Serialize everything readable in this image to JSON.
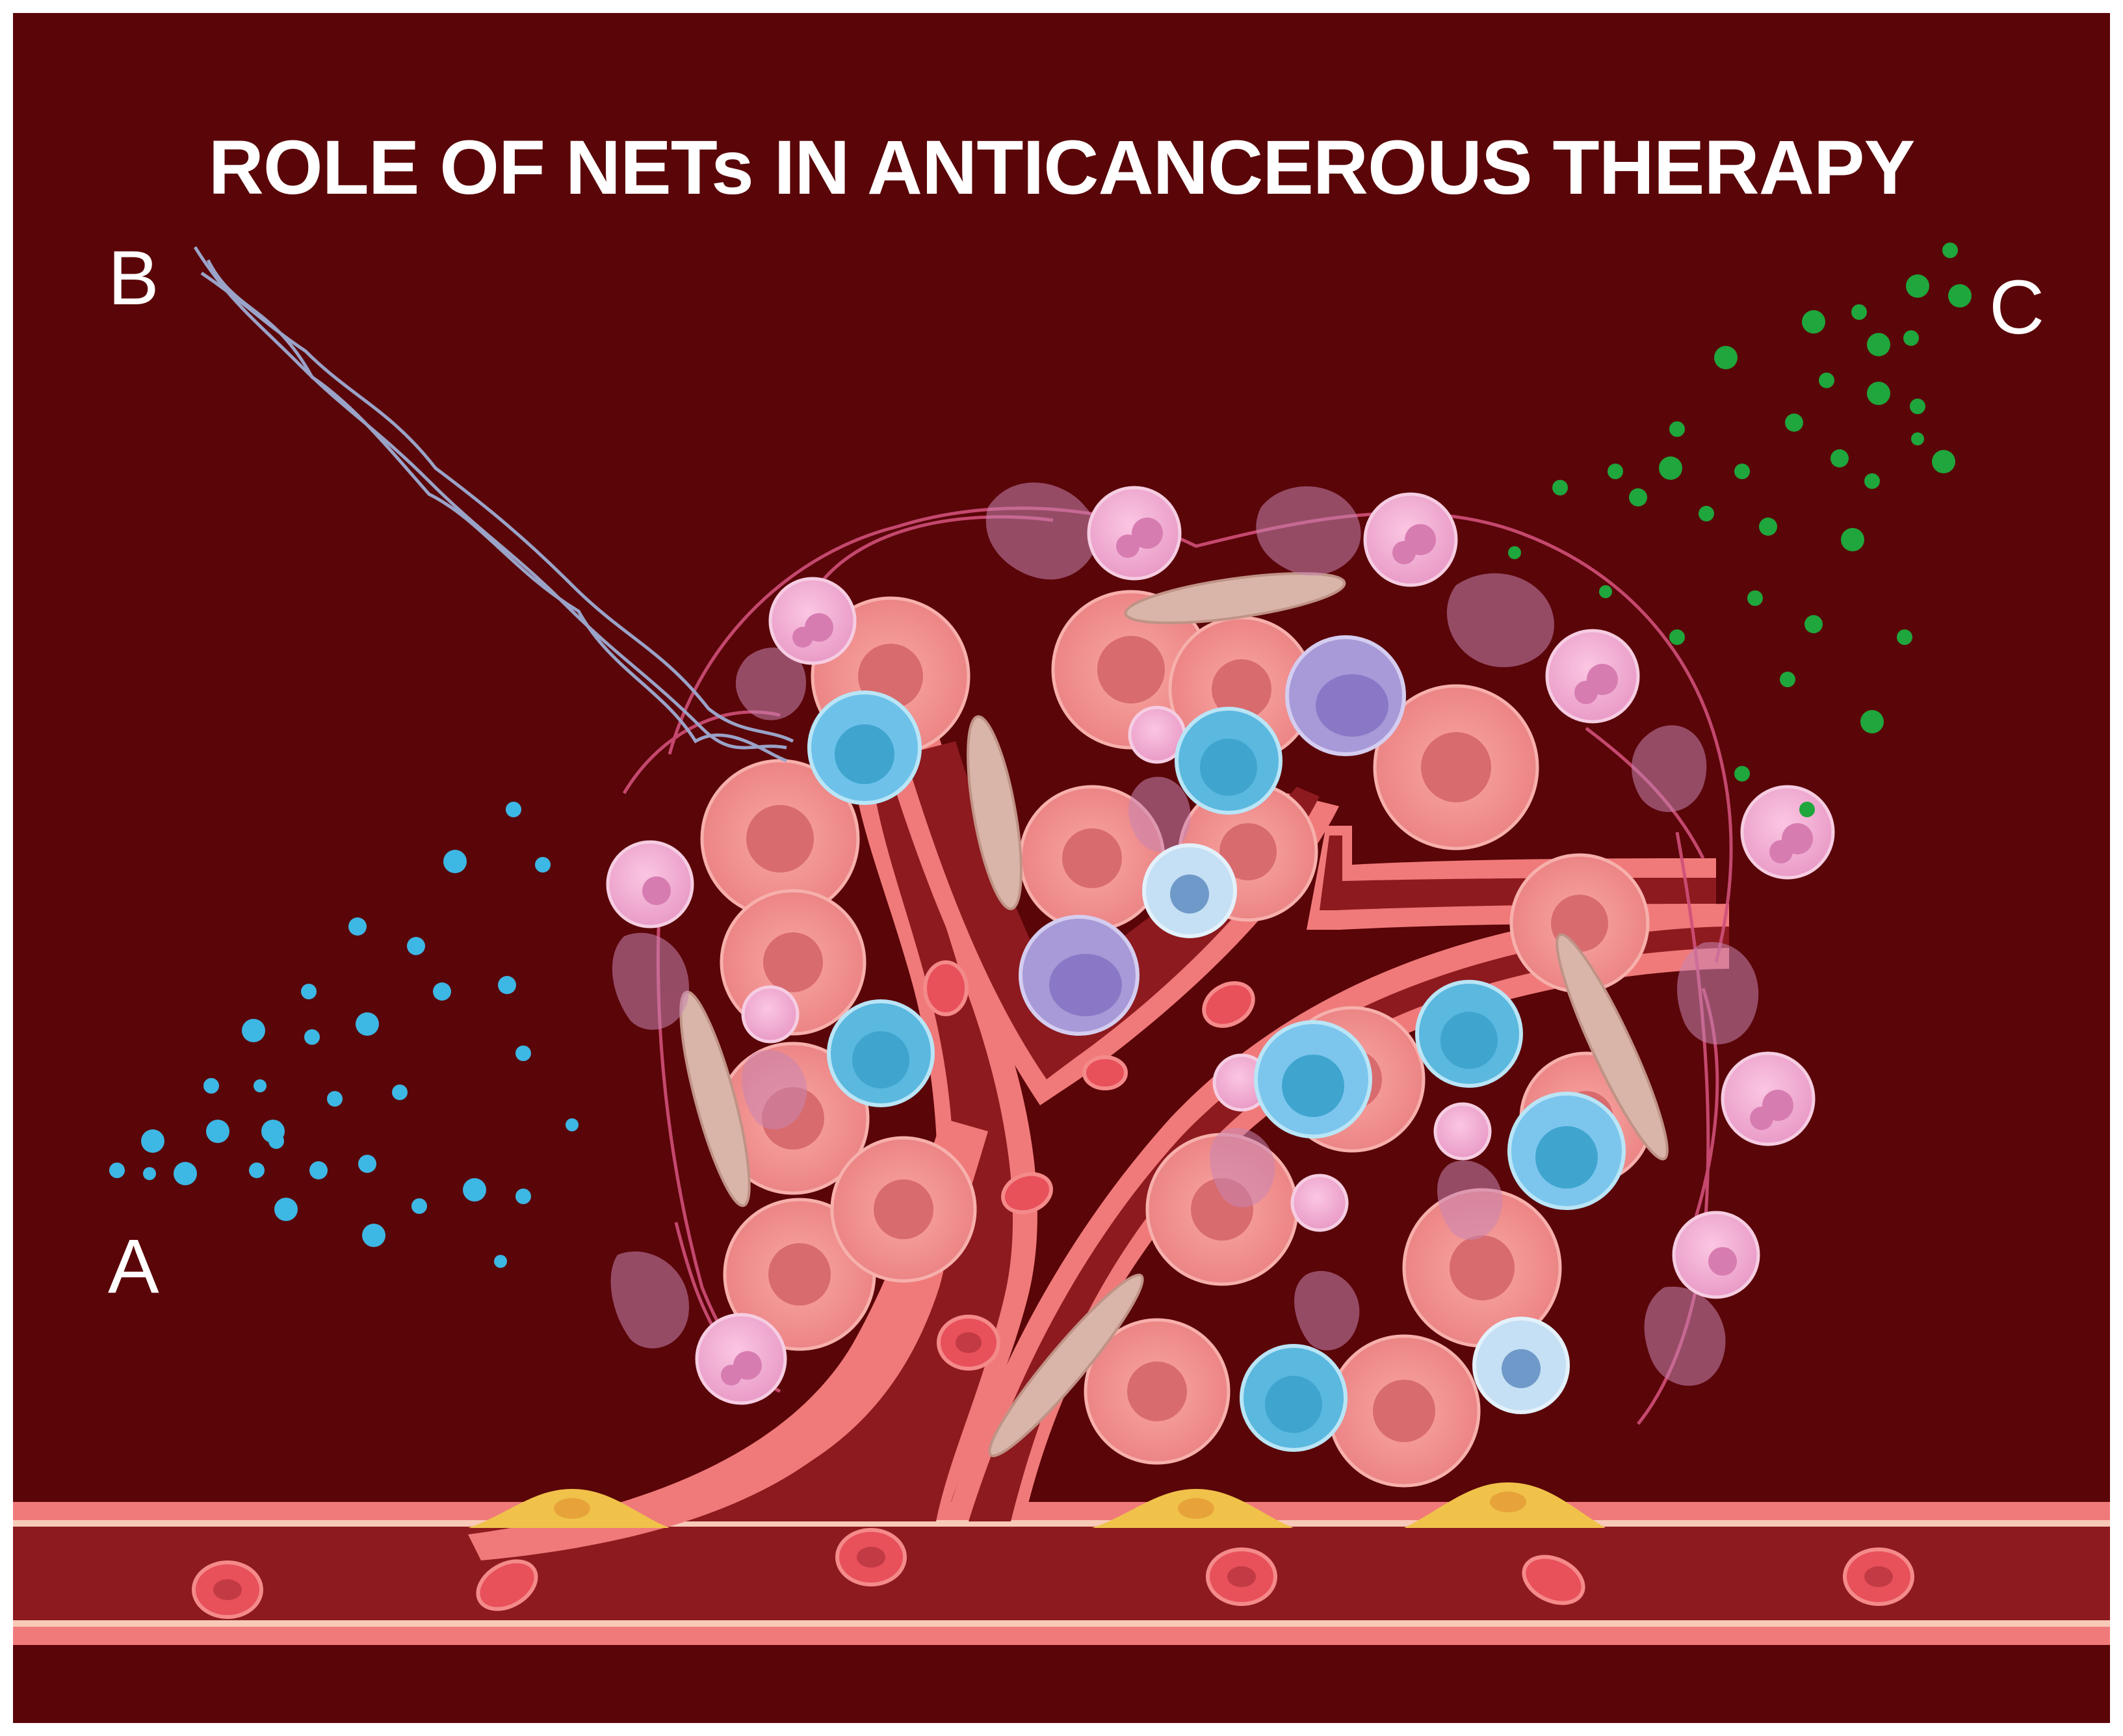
{
  "figure": {
    "title": "ROLE OF NETs IN ANTICANCEROUS THERAPY",
    "labels": {
      "a": "A",
      "b": "B",
      "c": "C"
    }
  },
  "palette": {
    "background": "#5a0508",
    "vessel_wall": "#f07a7a",
    "vessel_lumen": "#8c1a1e",
    "red_blood_cell": "#e8505a",
    "tumor_cell": "#f08b8b",
    "neutrophil": "#f1a6cf",
    "net_fiber": "#d0507a",
    "t_cell_blue": "#6ec2ea",
    "b_cell_purple": "#a89ad8",
    "fibroblast": "#d9b4a8",
    "endothelial": "#f0c24a",
    "particles_a": "#3db7e4",
    "particles_c": "#1fa63c",
    "dna_helix": "#9aa3c8"
  }
}
